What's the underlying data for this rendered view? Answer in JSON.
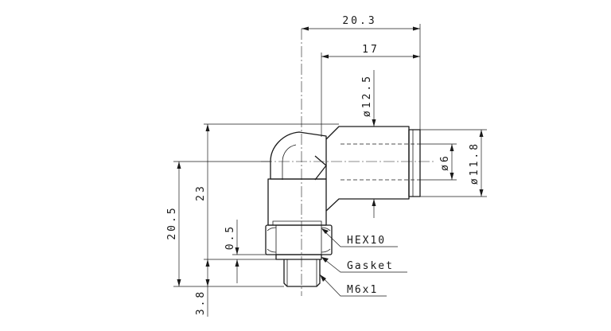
{
  "dimensions": {
    "overall_width": "20.3",
    "port_width": "17",
    "body_diameter": "ø12.5",
    "release_ring_diameter": "ø11.8",
    "tube_diameter": "ø6",
    "total_height": "23",
    "height_to_center": "20.5",
    "gasket_thickness": "0.5",
    "thread_length": "3.8"
  },
  "callouts": {
    "hex": "HEX10",
    "gasket": "Gasket",
    "thread": "M6x1"
  }
}
